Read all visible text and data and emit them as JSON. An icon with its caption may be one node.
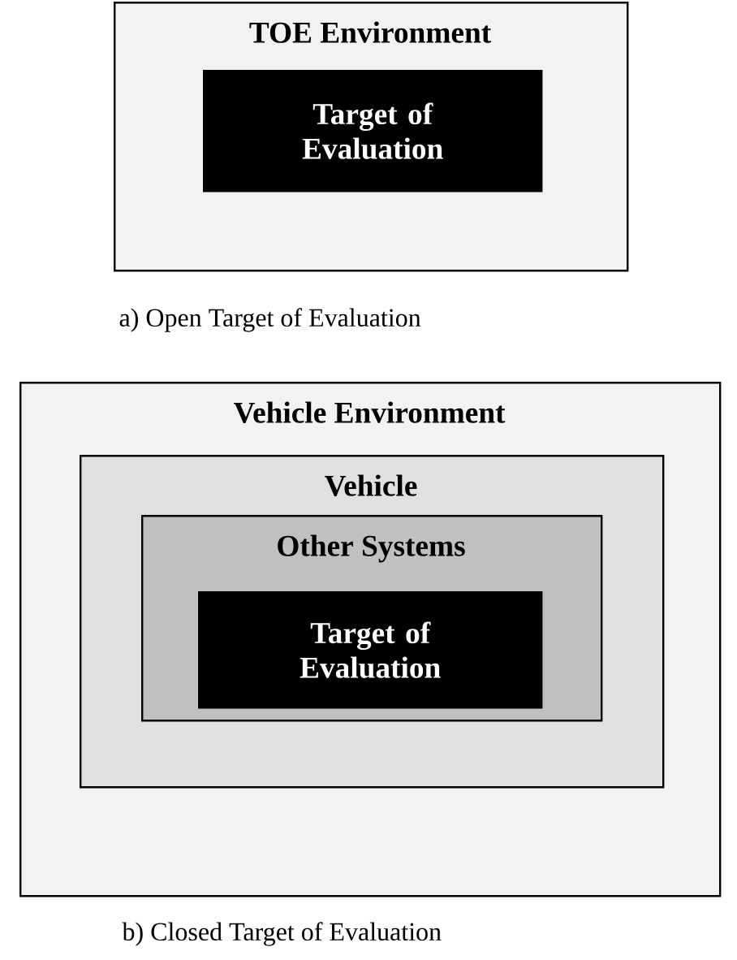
{
  "diagram": {
    "nodes": [
      {
        "text": [
          "TOE Environment"
        ]
      },
      {
        "text": [
          "Target of Evaluation"
        ],
        "in": 0
      },
      {
        "text": [
          "Vehicle Environment"
        ]
      },
      {
        "text": [
          "Vehicle"
        ],
        "in": 2
      },
      {
        "text": [
          "Other Systems"
        ],
        "in": 3
      },
      {
        "text": [
          "Target of Evaluation"
        ],
        "in": 4
      }
    ],
    "labels": [
      "a) Open Target of Evaluation",
      "b) Closed Target of Evaluation"
    ]
  }
}
